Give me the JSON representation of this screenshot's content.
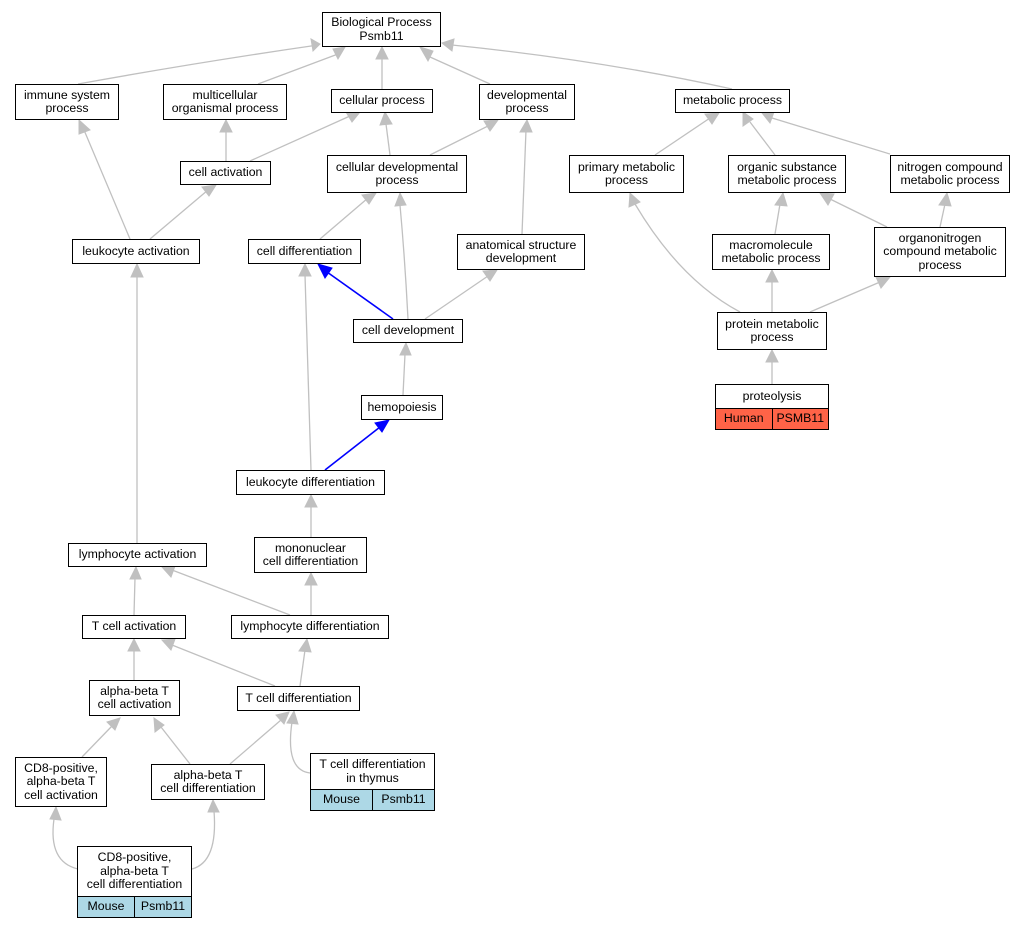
{
  "root": {
    "line1": "Biological Process",
    "line2": "Psmb11"
  },
  "terms": {
    "immune_system_process": "immune system\nprocess",
    "multicellular_organismal_process": "multicellular\norganismal process",
    "cellular_process": "cellular process",
    "developmental_process": "developmental\nprocess",
    "metabolic_process": "metabolic process",
    "cell_activation": "cell activation",
    "cellular_developmental_process": "cellular developmental\nprocess",
    "primary_metabolic_process": "primary metabolic\nprocess",
    "organic_substance_metabolic_process": "organic substance\nmetabolic process",
    "nitrogen_compound_metabolic_process": "nitrogen compound\nmetabolic process",
    "leukocyte_activation": "leukocyte activation",
    "cell_differentiation": "cell differentiation",
    "anatomical_structure_development": "anatomical structure\ndevelopment",
    "macromolecule_metabolic_process": "macromolecule\nmetabolic process",
    "organonitrogen_compound_metabolic_process": "organonitrogen\ncompound metabolic\nprocess",
    "cell_development": "cell development",
    "protein_metabolic_process": "protein metabolic\nprocess",
    "hemopoiesis": "hemopoiesis",
    "proteolysis": "proteolysis",
    "leukocyte_differentiation": "leukocyte differentiation",
    "mononuclear_cell_differentiation": "mononuclear\ncell differentiation",
    "lymphocyte_activation": "lymphocyte activation",
    "t_cell_activation": "T cell activation",
    "lymphocyte_differentiation": "lymphocyte differentiation",
    "alpha_beta_t_cell_activation": "alpha-beta T\ncell activation",
    "t_cell_differentiation": "T cell differentiation",
    "t_cell_differentiation_in_thymus": "T cell differentiation\nin thymus",
    "cd8_alpha_beta_t_cell_activation": "CD8-positive,\nalpha-beta T\ncell activation",
    "alpha_beta_t_cell_differentiation": "alpha-beta T\ncell differentiation",
    "cd8_alpha_beta_t_cell_differentiation": "CD8-positive,\nalpha-beta T\ncell differentiation"
  },
  "annotations": {
    "proteolysis": {
      "species": "Human",
      "gene": "PSMB11"
    },
    "t_cell_differentiation_in_thymus": {
      "species": "Mouse",
      "gene": "Psmb11"
    },
    "cd8_alpha_beta_t_cell_differentiation": {
      "species": "Mouse",
      "gene": "Psmb11"
    }
  },
  "colors": {
    "edge": "#c0c0c0",
    "highlight_edge": "#0000ff",
    "human_annotation": "#ff6347",
    "mouse_annotation": "#add8e6",
    "node_border": "#000000"
  }
}
